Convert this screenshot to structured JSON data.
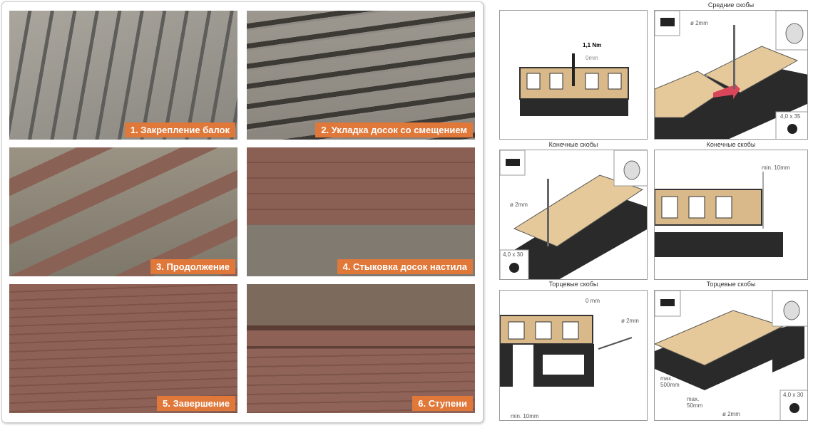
{
  "steps": [
    {
      "label": "1. Закрепление балок"
    },
    {
      "label": "2. Укладка досок со смещением"
    },
    {
      "label": "3. Продолжение"
    },
    {
      "label": "4. Стыковка досок настила"
    },
    {
      "label": "5. Завершение"
    },
    {
      "label": "6. Ступени"
    }
  ],
  "diagrams": {
    "titles": {
      "middle": "Средние скобы",
      "end_left": "Конечные скобы",
      "end_right": "Конечные скобы",
      "butt_left": "Торцевые скобы",
      "butt_right": "Торцевые скобы"
    },
    "torque": "1,1 Nm",
    "gap0": "0mm",
    "drill1": "ø 2mm",
    "screw1": "4,0 x 35",
    "drill2": "ø 2mm",
    "screw2": "4,0 x 30",
    "min_gap": "min. 10mm",
    "gap0b": "0 mm",
    "drill3": "ø 2mm",
    "min_gap2": "min. 10mm",
    "max500": "max.",
    "max500b": "500mm",
    "max50": "max.",
    "max50b": "50mm",
    "drill4": "ø 2mm",
    "screw3": "4,0 x 30"
  },
  "colors": {
    "label_bg": "#e0783a",
    "wood": "#d9b98a",
    "dark": "#2a2a2a"
  }
}
